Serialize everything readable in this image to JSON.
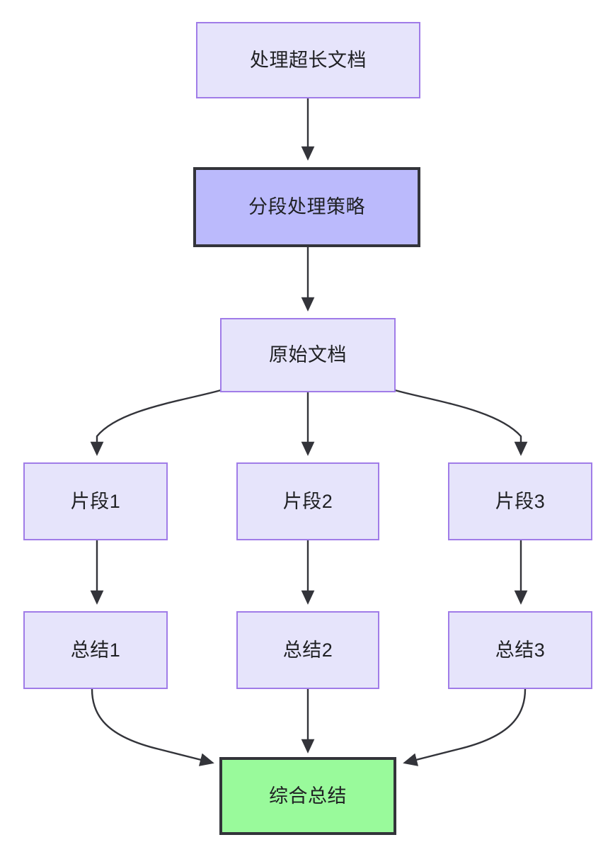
{
  "diagram": {
    "type": "flowchart",
    "direction": "top-to-bottom",
    "title": "处理超长文档",
    "background_color": "#ffffff",
    "palette": {
      "plain_fill": "#e6e4fb",
      "plain_border": "#a07ce8",
      "highlight_fill": "#bbbafc",
      "highlight_border": "#33343a",
      "result_fill": "#99fa9b",
      "result_border": "#33343a",
      "edge_color": "#33343a",
      "text_color": "#1f2023"
    },
    "nodes": [
      {
        "id": "doc",
        "label": "处理超长文档",
        "style": "plain"
      },
      {
        "id": "strategy",
        "label": "分段处理策略",
        "style": "highlight"
      },
      {
        "id": "source",
        "label": "原始文档",
        "style": "plain"
      },
      {
        "id": "chunk1",
        "label": "片段1",
        "style": "plain"
      },
      {
        "id": "chunk2",
        "label": "片段2",
        "style": "plain"
      },
      {
        "id": "chunk3",
        "label": "片段3",
        "style": "plain"
      },
      {
        "id": "summary1",
        "label": "总结1",
        "style": "plain"
      },
      {
        "id": "summary2",
        "label": "总结2",
        "style": "plain"
      },
      {
        "id": "summary3",
        "label": "总结3",
        "style": "plain"
      },
      {
        "id": "final",
        "label": "综合总结",
        "style": "result"
      }
    ],
    "edges": [
      {
        "from": "doc",
        "to": "strategy",
        "shape": "straight"
      },
      {
        "from": "strategy",
        "to": "source",
        "shape": "straight"
      },
      {
        "from": "source",
        "to": "chunk1",
        "shape": "curved"
      },
      {
        "from": "source",
        "to": "chunk2",
        "shape": "straight"
      },
      {
        "from": "source",
        "to": "chunk3",
        "shape": "curved"
      },
      {
        "from": "chunk1",
        "to": "summary1",
        "shape": "straight"
      },
      {
        "from": "chunk2",
        "to": "summary2",
        "shape": "straight"
      },
      {
        "from": "chunk3",
        "to": "summary3",
        "shape": "straight"
      },
      {
        "from": "summary1",
        "to": "final",
        "shape": "curved"
      },
      {
        "from": "summary2",
        "to": "final",
        "shape": "straight"
      },
      {
        "from": "summary3",
        "to": "final",
        "shape": "curved"
      }
    ]
  }
}
